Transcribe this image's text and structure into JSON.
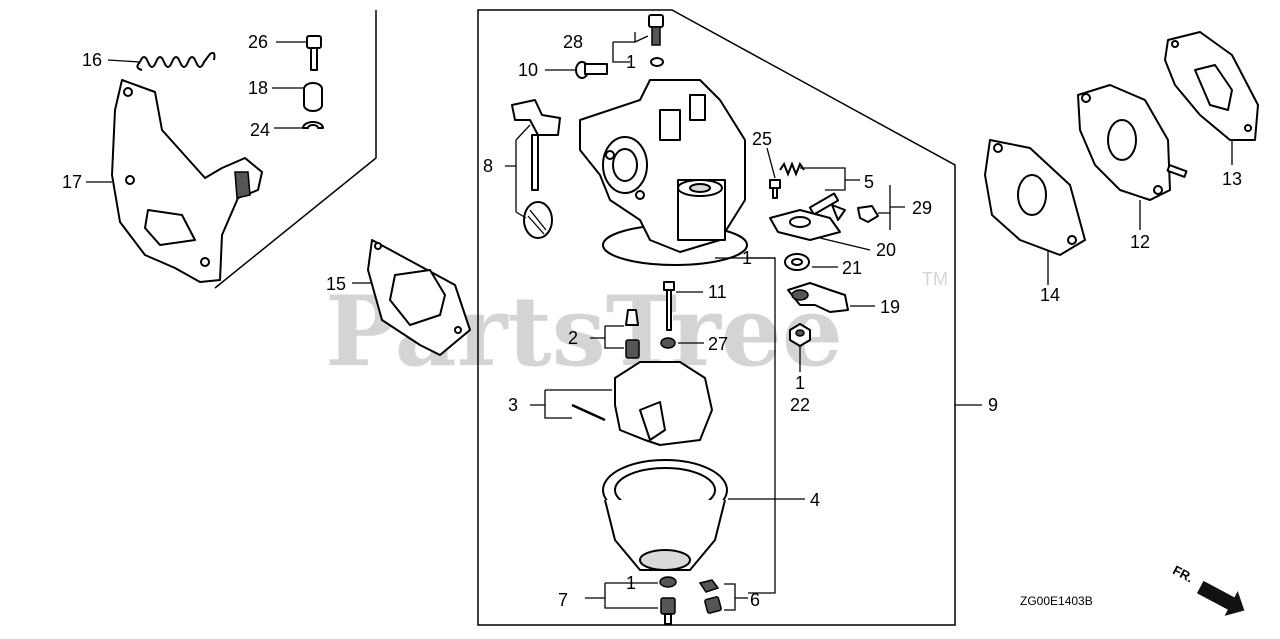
{
  "watermark": {
    "brand": "PartsTree",
    "trademark": "TM"
  },
  "diagram_code": "ZG00E1403B",
  "direction": {
    "label": "FR."
  },
  "callouts": {
    "p1a": "1",
    "p1b": "1",
    "p1c": "1",
    "p1d": "1",
    "p2": "2",
    "p3": "3",
    "p4": "4",
    "p5": "5",
    "p6": "6",
    "p7": "7",
    "p8": "8",
    "p9": "9",
    "p10": "10",
    "p11": "11",
    "p12": "12",
    "p13": "13",
    "p14": "14",
    "p15": "15",
    "p16": "16",
    "p17": "17",
    "p18": "18",
    "p19": "19",
    "p20": "20",
    "p21": "21",
    "p22": "22",
    "p24": "24",
    "p25": "25",
    "p26": "26",
    "p27": "27",
    "p28": "28",
    "p29": "29"
  },
  "colors": {
    "line": "#000000",
    "watermark": "#d4d4d4",
    "background": "#ffffff"
  }
}
